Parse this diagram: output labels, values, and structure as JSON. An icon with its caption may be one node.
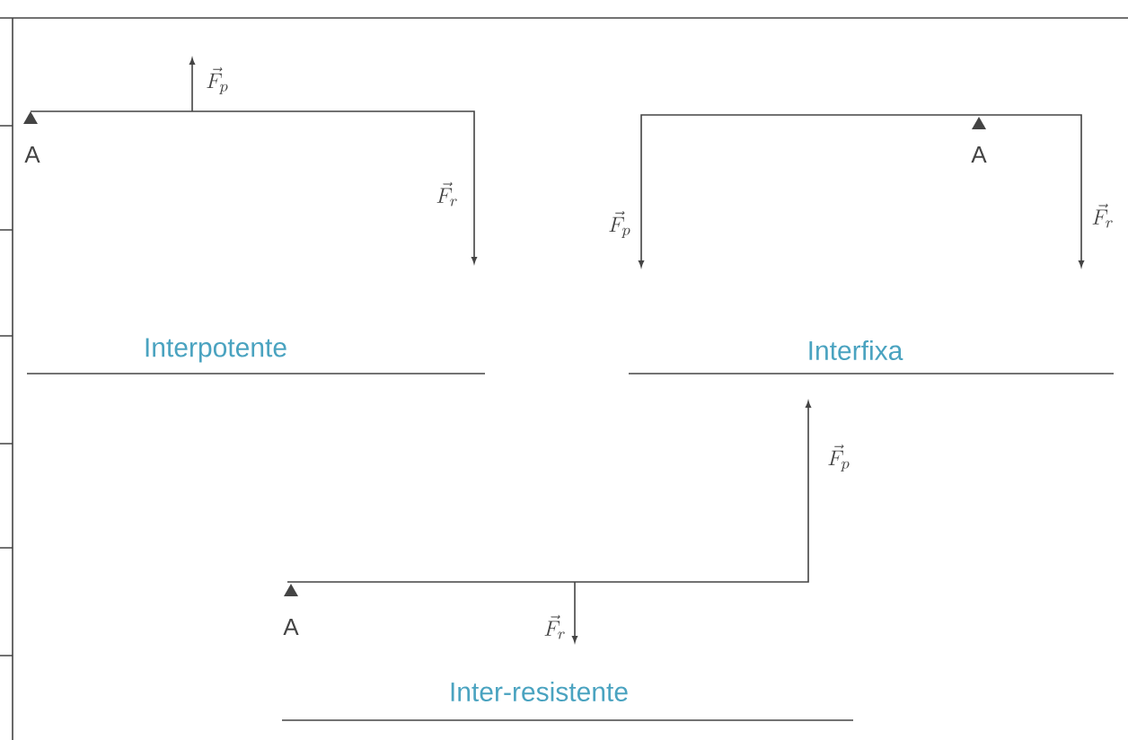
{
  "diagram": {
    "labels": [
      "\\vec{F}_p",
      "A",
      "\\vec{F}_r",
      "Interpotente",
      "A",
      "\\vec{F}_p",
      "\\vec{F}_r",
      "Interfixa",
      "\\vec{F}_p",
      "A",
      "\\vec{F}_r",
      "Inter-resistente"
    ]
  }
}
